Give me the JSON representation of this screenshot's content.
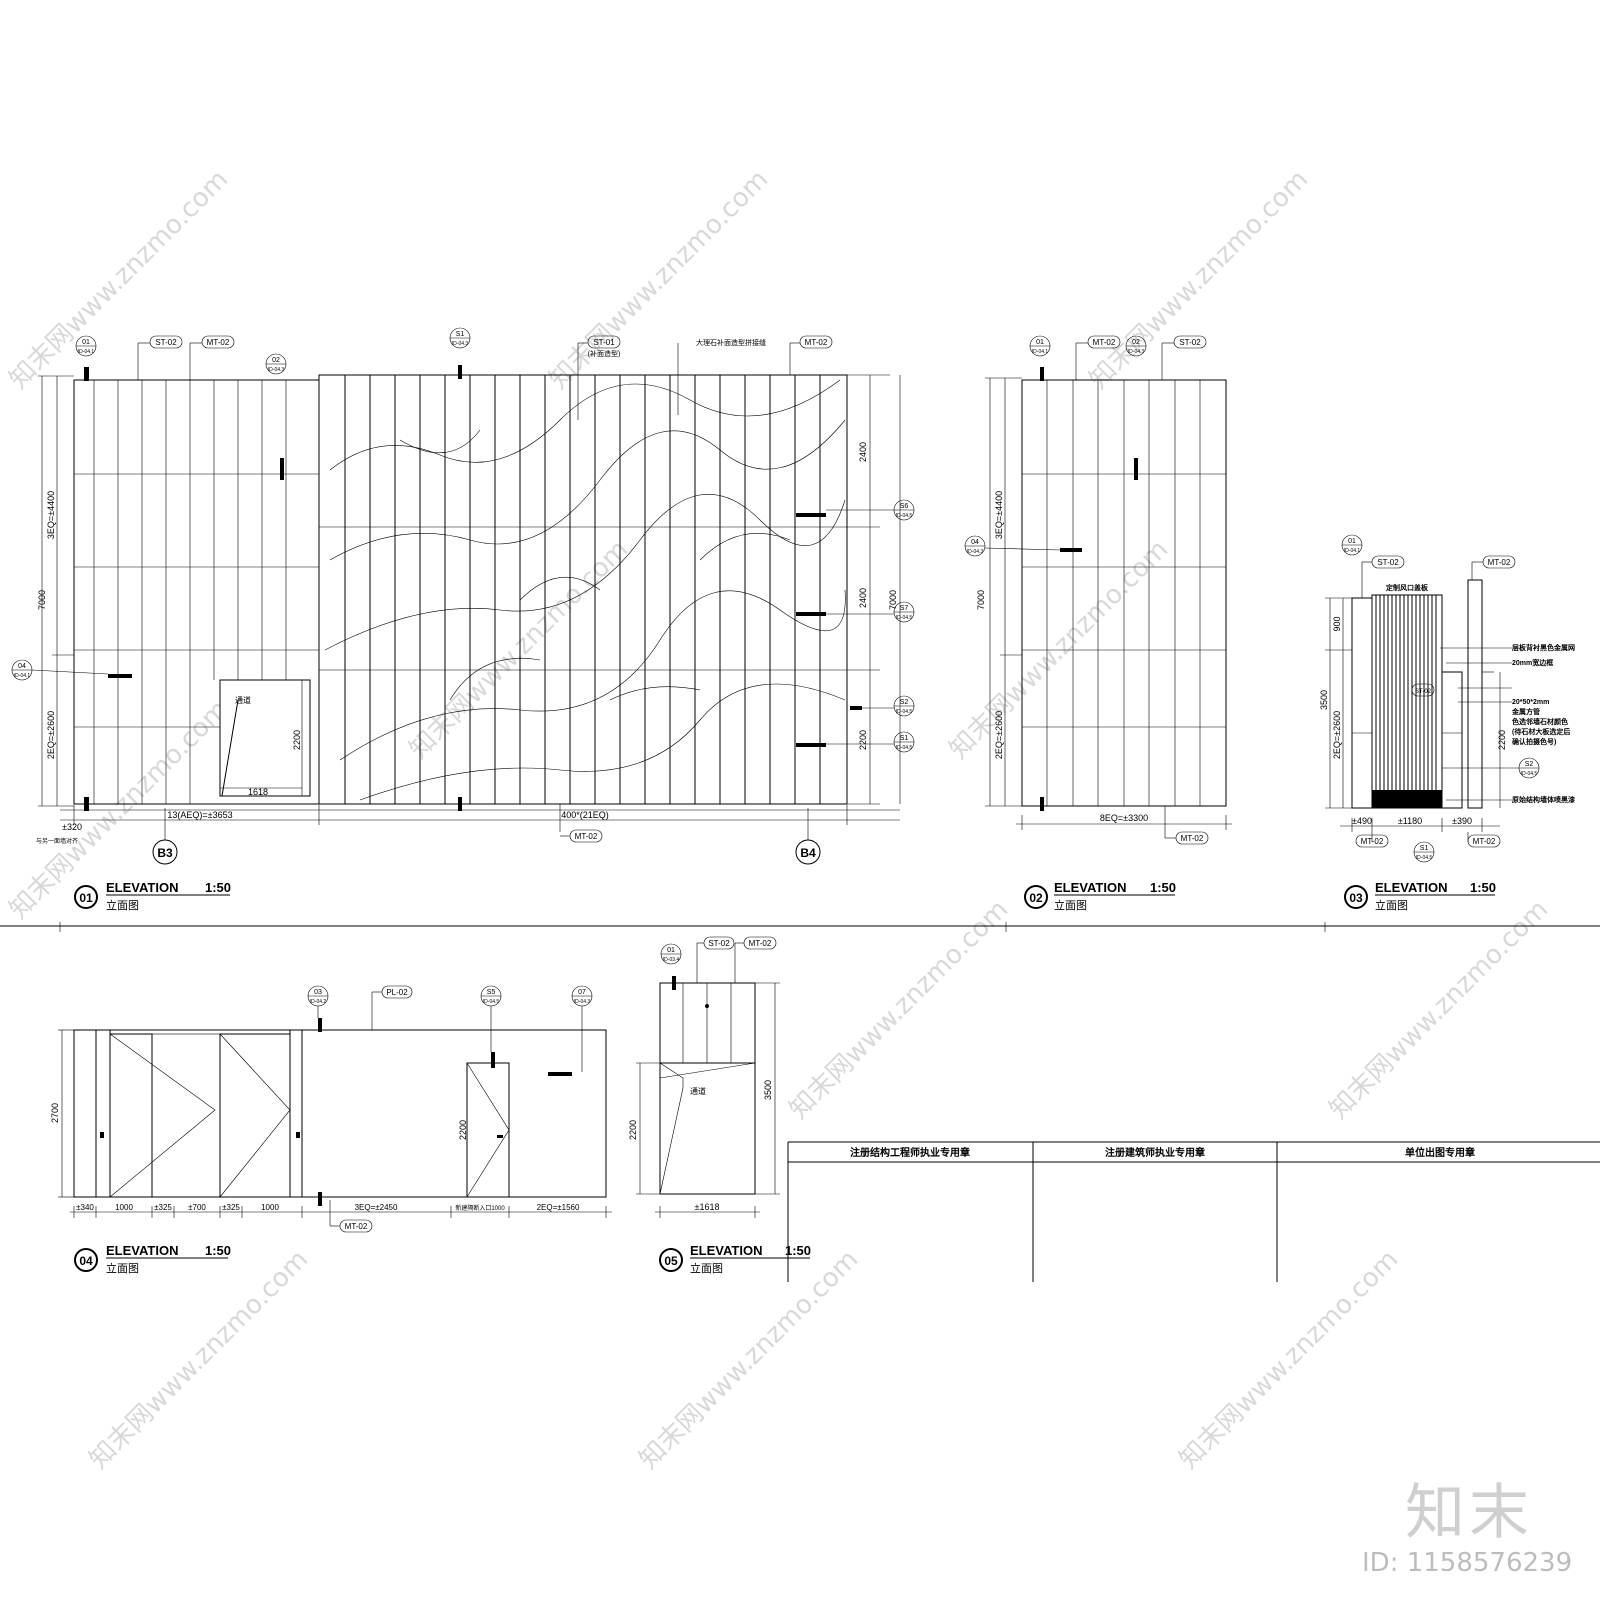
{
  "titles": [
    {
      "num": "01",
      "title": "ELEVATION",
      "scale": "1:50",
      "sub": "立面图"
    },
    {
      "num": "02",
      "title": "ELEVATION",
      "scale": "1:50",
      "sub": "立面图"
    },
    {
      "num": "03",
      "title": "ELEVATION",
      "scale": "1:50",
      "sub": "立面图"
    },
    {
      "num": "04",
      "title": "ELEVATION",
      "scale": "1:50",
      "sub": "立面图"
    },
    {
      "num": "05",
      "title": "ELEVATION",
      "scale": "1:50",
      "sub": "立面图"
    }
  ],
  "e01": {
    "tags": {
      "st02": "ST-02",
      "mt02": "MT-02",
      "st01": "ST-01",
      "st01_note": "(补面造型)",
      "marble_note": "大理石补面造型拼接缝",
      "mt02b": "MT-02",
      "mt02_bottom": "MT-02",
      "opening": "通道",
      "bottom_note": "与另一面墙对齐"
    },
    "dims": {
      "total_h": "7000",
      "upper": "3EQ=±4400",
      "lower": "2EQ=±2600",
      "door_h": "2200",
      "door_w": "1618",
      "left": "±320",
      "mid": "13(AEQ)=±3653",
      "right": "400*(21EQ)",
      "r1": "2400",
      "r2": "2400",
      "r3": "2200"
    },
    "grid": {
      "b3": "B3",
      "b4": "B4"
    },
    "callouts": [
      {
        "top": "01",
        "bot": "ID-04.1"
      },
      {
        "top": "02",
        "bot": "ID-04.3"
      },
      {
        "top": "04",
        "bot": "ID-04.1"
      },
      {
        "top": "S1",
        "bot": "ID-04.3"
      },
      {
        "top": "S6",
        "bot": "ID-04.5"
      },
      {
        "top": "S7",
        "bot": "ID-04.5"
      },
      {
        "top": "S2",
        "bot": "ID-04.5"
      },
      {
        "top": "S1",
        "bot": "ID-04.5"
      }
    ]
  },
  "e02": {
    "tags": {
      "mt02": "MT-02",
      "st02": "ST-02",
      "mt02_bottom": "MT-02"
    },
    "dims": {
      "total_h": "7000",
      "upper": "3EQ=±4400",
      "lower": "2EQ=±2600",
      "width": "8EQ=±3300"
    },
    "callouts": [
      {
        "top": "01",
        "bot": "ID-04.1"
      },
      {
        "top": "02",
        "bot": "ID-04.3"
      },
      {
        "top": "04",
        "bot": "ID-04.3"
      }
    ]
  },
  "e03": {
    "tags": {
      "st02": "ST-02",
      "mt02": "MT-02",
      "st02b": "ST-02",
      "mt02_b1": "MT-02",
      "mt02_b2": "MT-02",
      "top_label": "定制风口盖板"
    },
    "notes": [
      "层板背衬黑色金属网",
      "20mm宽边框",
      "20*50*2mm",
      "金属方管",
      "色选邻墙石材颜色",
      "(待石材大板选定后",
      "确认拍摄色号)",
      "原始结构墙体喷黑漆"
    ],
    "dims": {
      "h_total": "3500",
      "h_top": "900",
      "h_low": "2EQ=±2600",
      "h_2200": "2200",
      "w1": "±490",
      "w2": "±1180",
      "w3": "±390"
    },
    "callouts": [
      {
        "top": "01",
        "bot": "ID-04.1"
      },
      {
        "top": "S2",
        "bot": "ID-04.5"
      },
      {
        "top": "S1",
        "bot": "ID-04.5"
      }
    ]
  },
  "e04": {
    "tags": {
      "pl02": "PL-02",
      "mt02": "MT-02"
    },
    "dims": {
      "h": "2700",
      "door_h": "2200",
      "d1": "±340",
      "d2": "1000",
      "d3": "±325",
      "d4": "±700",
      "d5": "±325",
      "d6": "1000",
      "d7": "3EQ=±2450",
      "d8": "新建隔断入口1000",
      "d9": "2EQ=±1560"
    },
    "callouts": [
      {
        "top": "03",
        "bot": "ID-04.2"
      },
      {
        "top": "S5",
        "bot": "ID-04.5"
      },
      {
        "top": "07",
        "bot": "ID-04.3"
      }
    ]
  },
  "e05": {
    "tags": {
      "st02": "ST-02",
      "mt02": "MT-02",
      "opening": "通道"
    },
    "dims": {
      "h": "3500",
      "door_h": "2200",
      "w": "±1618"
    },
    "callouts": [
      {
        "top": "01",
        "bot": "ID-03.4"
      }
    ]
  },
  "stamps": {
    "s1": "注册结构工程师执业专用章",
    "s2": "注册建筑师执业专用章",
    "s3": "单位出图专用章"
  },
  "watermark": "知末网www.znzmo.com",
  "brand": "知末",
  "image_id": "ID: 1158576239"
}
